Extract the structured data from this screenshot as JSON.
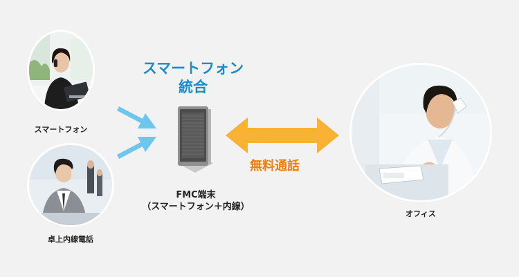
{
  "title": {
    "line1": "スマートフォン",
    "line2": "統合"
  },
  "device": {
    "label_line1": "FMC端末",
    "label_line2": "（スマートフォン＋内線）"
  },
  "nodes": {
    "smartphone": "スマートフォン",
    "desk_phone": "卓上内線電話",
    "office": "オフィス"
  },
  "connection": {
    "label": "無料通話"
  },
  "colors": {
    "accent_blue": "#1e8bc9",
    "accent_orange": "#f07d0f",
    "arrow_blue": "#6ec6ec",
    "arrow_orange": "#f9b233"
  }
}
